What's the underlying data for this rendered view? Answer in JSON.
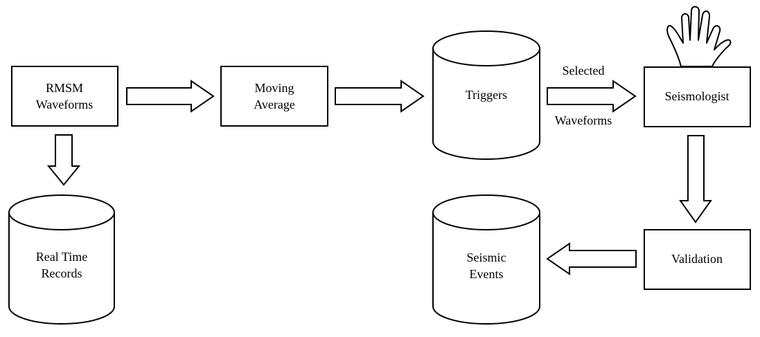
{
  "nodes": {
    "rmsm_waveforms": {
      "line1": "RMSM",
      "line2": "Waveforms"
    },
    "moving_average": {
      "line1": "Moving",
      "line2": "Average"
    },
    "triggers": {
      "label": "Triggers"
    },
    "seismologist": {
      "label": "Seismologist"
    },
    "real_time_records": {
      "line1": "Real Time",
      "line2": "Records"
    },
    "seismic_events": {
      "line1": "Seismic",
      "line2": "Events"
    },
    "validation": {
      "label": "Validation"
    }
  },
  "edges": {
    "selected_waveforms": {
      "top_label": "Selected",
      "bottom_label": "Waveforms"
    }
  },
  "icons": {
    "seismologist": "hand-icon"
  },
  "colors": {
    "stroke": "#000000",
    "fill": "#ffffff"
  }
}
